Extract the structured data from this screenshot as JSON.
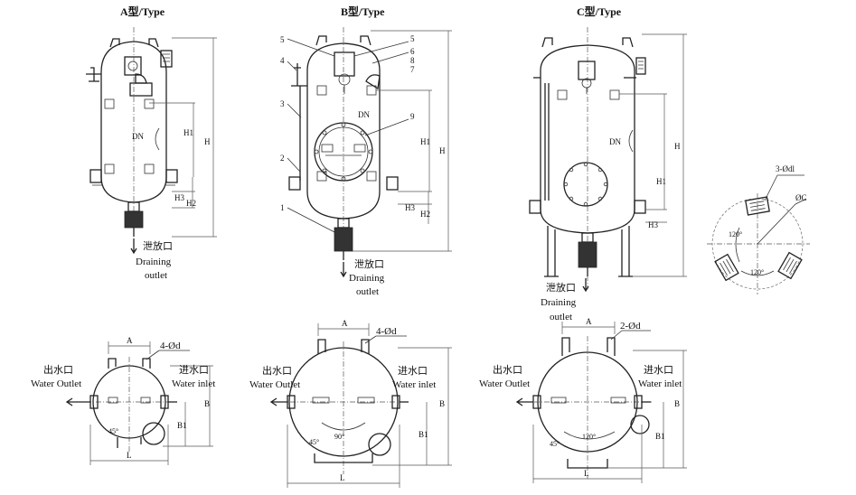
{
  "titles": {
    "a": "A型/Type",
    "b": "B型/Type",
    "c": "C型/Type"
  },
  "drain": {
    "cn": "泄放口",
    "en1": "Draining",
    "en2": "outlet"
  },
  "outlet": {
    "cn": "出水口",
    "en": "Water Outlet"
  },
  "inlet": {
    "cn": "进水口",
    "en": "Water inlet"
  },
  "dims": {
    "H": "H",
    "H1": "H1",
    "H2": "H2",
    "H3": "H3",
    "DN": "DN",
    "A": "A",
    "L": "L",
    "B": "B",
    "B1": "B1",
    "holes4": "4-Ød",
    "holes2": "2-Ød",
    "holes3": "3-Ødl",
    "phiC": "ØC",
    "ang120": "120°",
    "ang90": "90°",
    "ang45": "45°"
  },
  "parts": {
    "p1": "1",
    "p2": "2",
    "p3": "3",
    "p4": "4",
    "p5": "5",
    "p6": "6",
    "p7": "7",
    "p8": "8",
    "p9": "9"
  },
  "view_size": [
    947,
    548
  ]
}
